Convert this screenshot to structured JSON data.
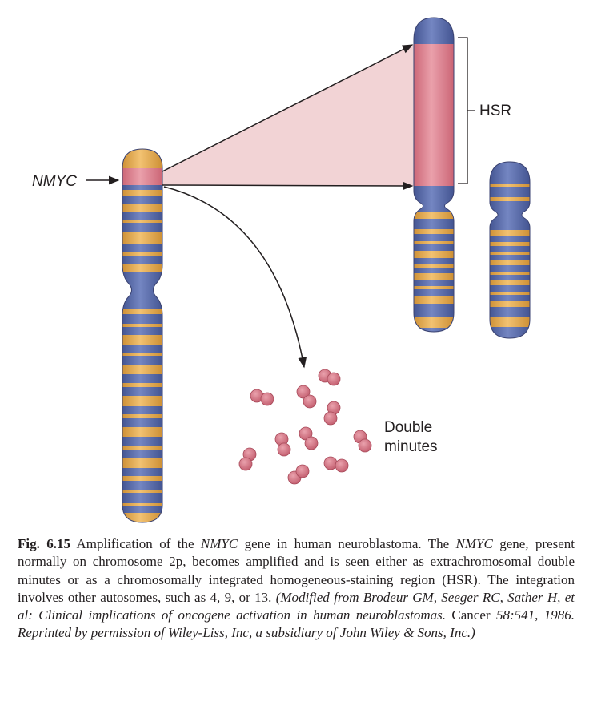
{
  "labels": {
    "gene": "NMYC",
    "hsr": "HSR",
    "double_minutes_line1": "Double",
    "double_minutes_line2": "minutes"
  },
  "caption": {
    "figure_number": "Fig. 6.15",
    "s1": " Amplification of the ",
    "g1": "NMYC",
    "s2": " gene in human neuroblastoma. The ",
    "g2": "NMYC",
    "s3": " gene, present normally on chromosome 2p, becomes amplified and is seen either as extrachromosomal double minutes or as a chromosomally integrated homogeneous-staining region (HSR). The integration involves other autosomes, such as 4, 9, or 13. ",
    "c1": "(Modified from Brodeur GM, Seeger RC, Sather H, et al: Clinical implications of oncogene activation in human neuroblastomas.",
    "s4": " Cancer ",
    "c2": "58:541, 1986. Reprinted by permission of Wiley-Liss, Inc, a subsidiary of John Wiley & Sons, Inc.)"
  },
  "colors": {
    "chromosome_blue": "#5a6ca8",
    "band_orange": "#e5aa4e",
    "nmyc_pink": "#d47785",
    "amplification_fan": "#f2d3d5",
    "double_minute": "#d57d8c",
    "text": "#231f20"
  }
}
